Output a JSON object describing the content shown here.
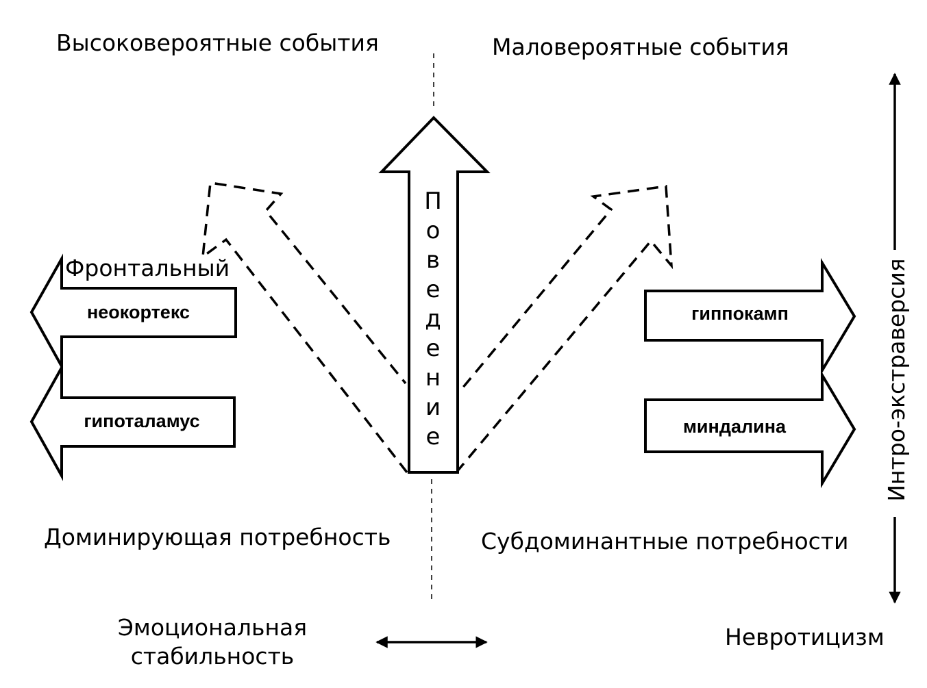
{
  "labels": {
    "high_probability_events": "Высоковероятные события",
    "low_probability_events": "Маловероятные события",
    "dominant_need": "Доминирующая потребность",
    "subdominant_needs": "Субдоминантные потребности",
    "emotional_stability_line1": "Эмоциональная",
    "emotional_stability_line2": "стабильность",
    "neuroticism": "Невротицизм",
    "intro_extraversion": "Интро-экстраверсия"
  },
  "structures": {
    "frontal": "Фронтальный",
    "neocortex": "неокортекс",
    "hypothalamus": "гипоталамус",
    "hippocampus": "гиппокамп",
    "amygdala": "миндалина"
  },
  "behavior_letters": [
    "П",
    "о",
    "в",
    "е",
    "д",
    "е",
    "н",
    "и",
    "е"
  ],
  "icons": {
    "horizontal_axis": "double-headed-horizontal-arrow-icon",
    "vertical_axis": "double-headed-vertical-arrow-icon"
  }
}
